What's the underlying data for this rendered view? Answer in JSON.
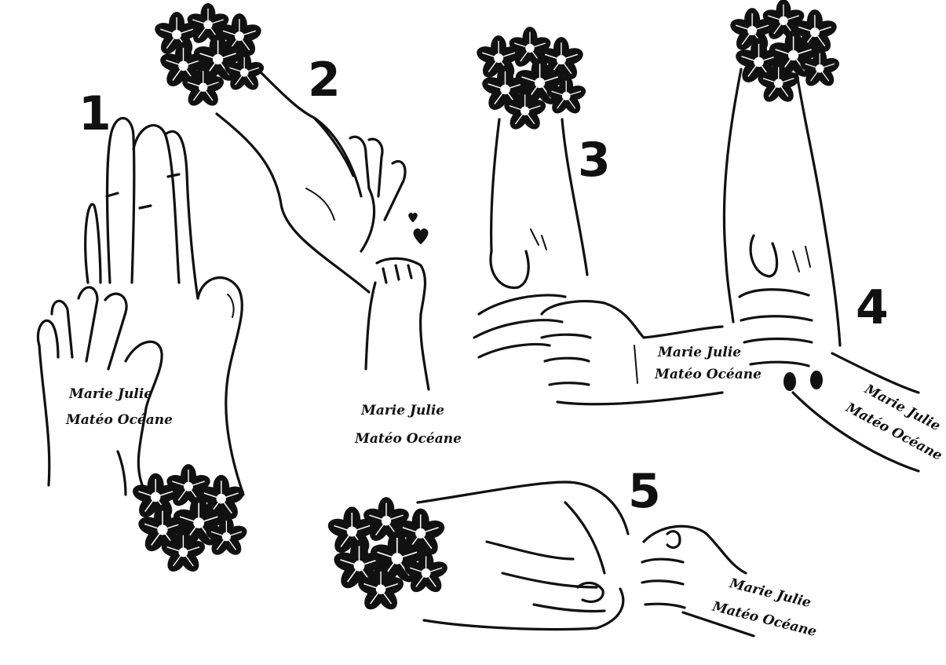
{
  "designs": [
    {
      "number": "1",
      "names": [
        "Marie Julie",
        "Matéo Océane"
      ]
    },
    {
      "number": "2",
      "names": [
        "Marie Julie",
        "Matéo Océane"
      ]
    },
    {
      "number": "3",
      "names": [
        "Marie Julie",
        "Matéo Océane"
      ]
    },
    {
      "number": "4",
      "names": [
        "Marie Julie",
        "Matéo Océane"
      ]
    },
    {
      "number": "5",
      "names": [
        "Marie Julie",
        "Matéo Océane"
      ]
    }
  ],
  "colors": {
    "ink": "#111111",
    "background": "#ffffff"
  },
  "icons": [
    "flower-cluster-icon",
    "heart-icon"
  ]
}
